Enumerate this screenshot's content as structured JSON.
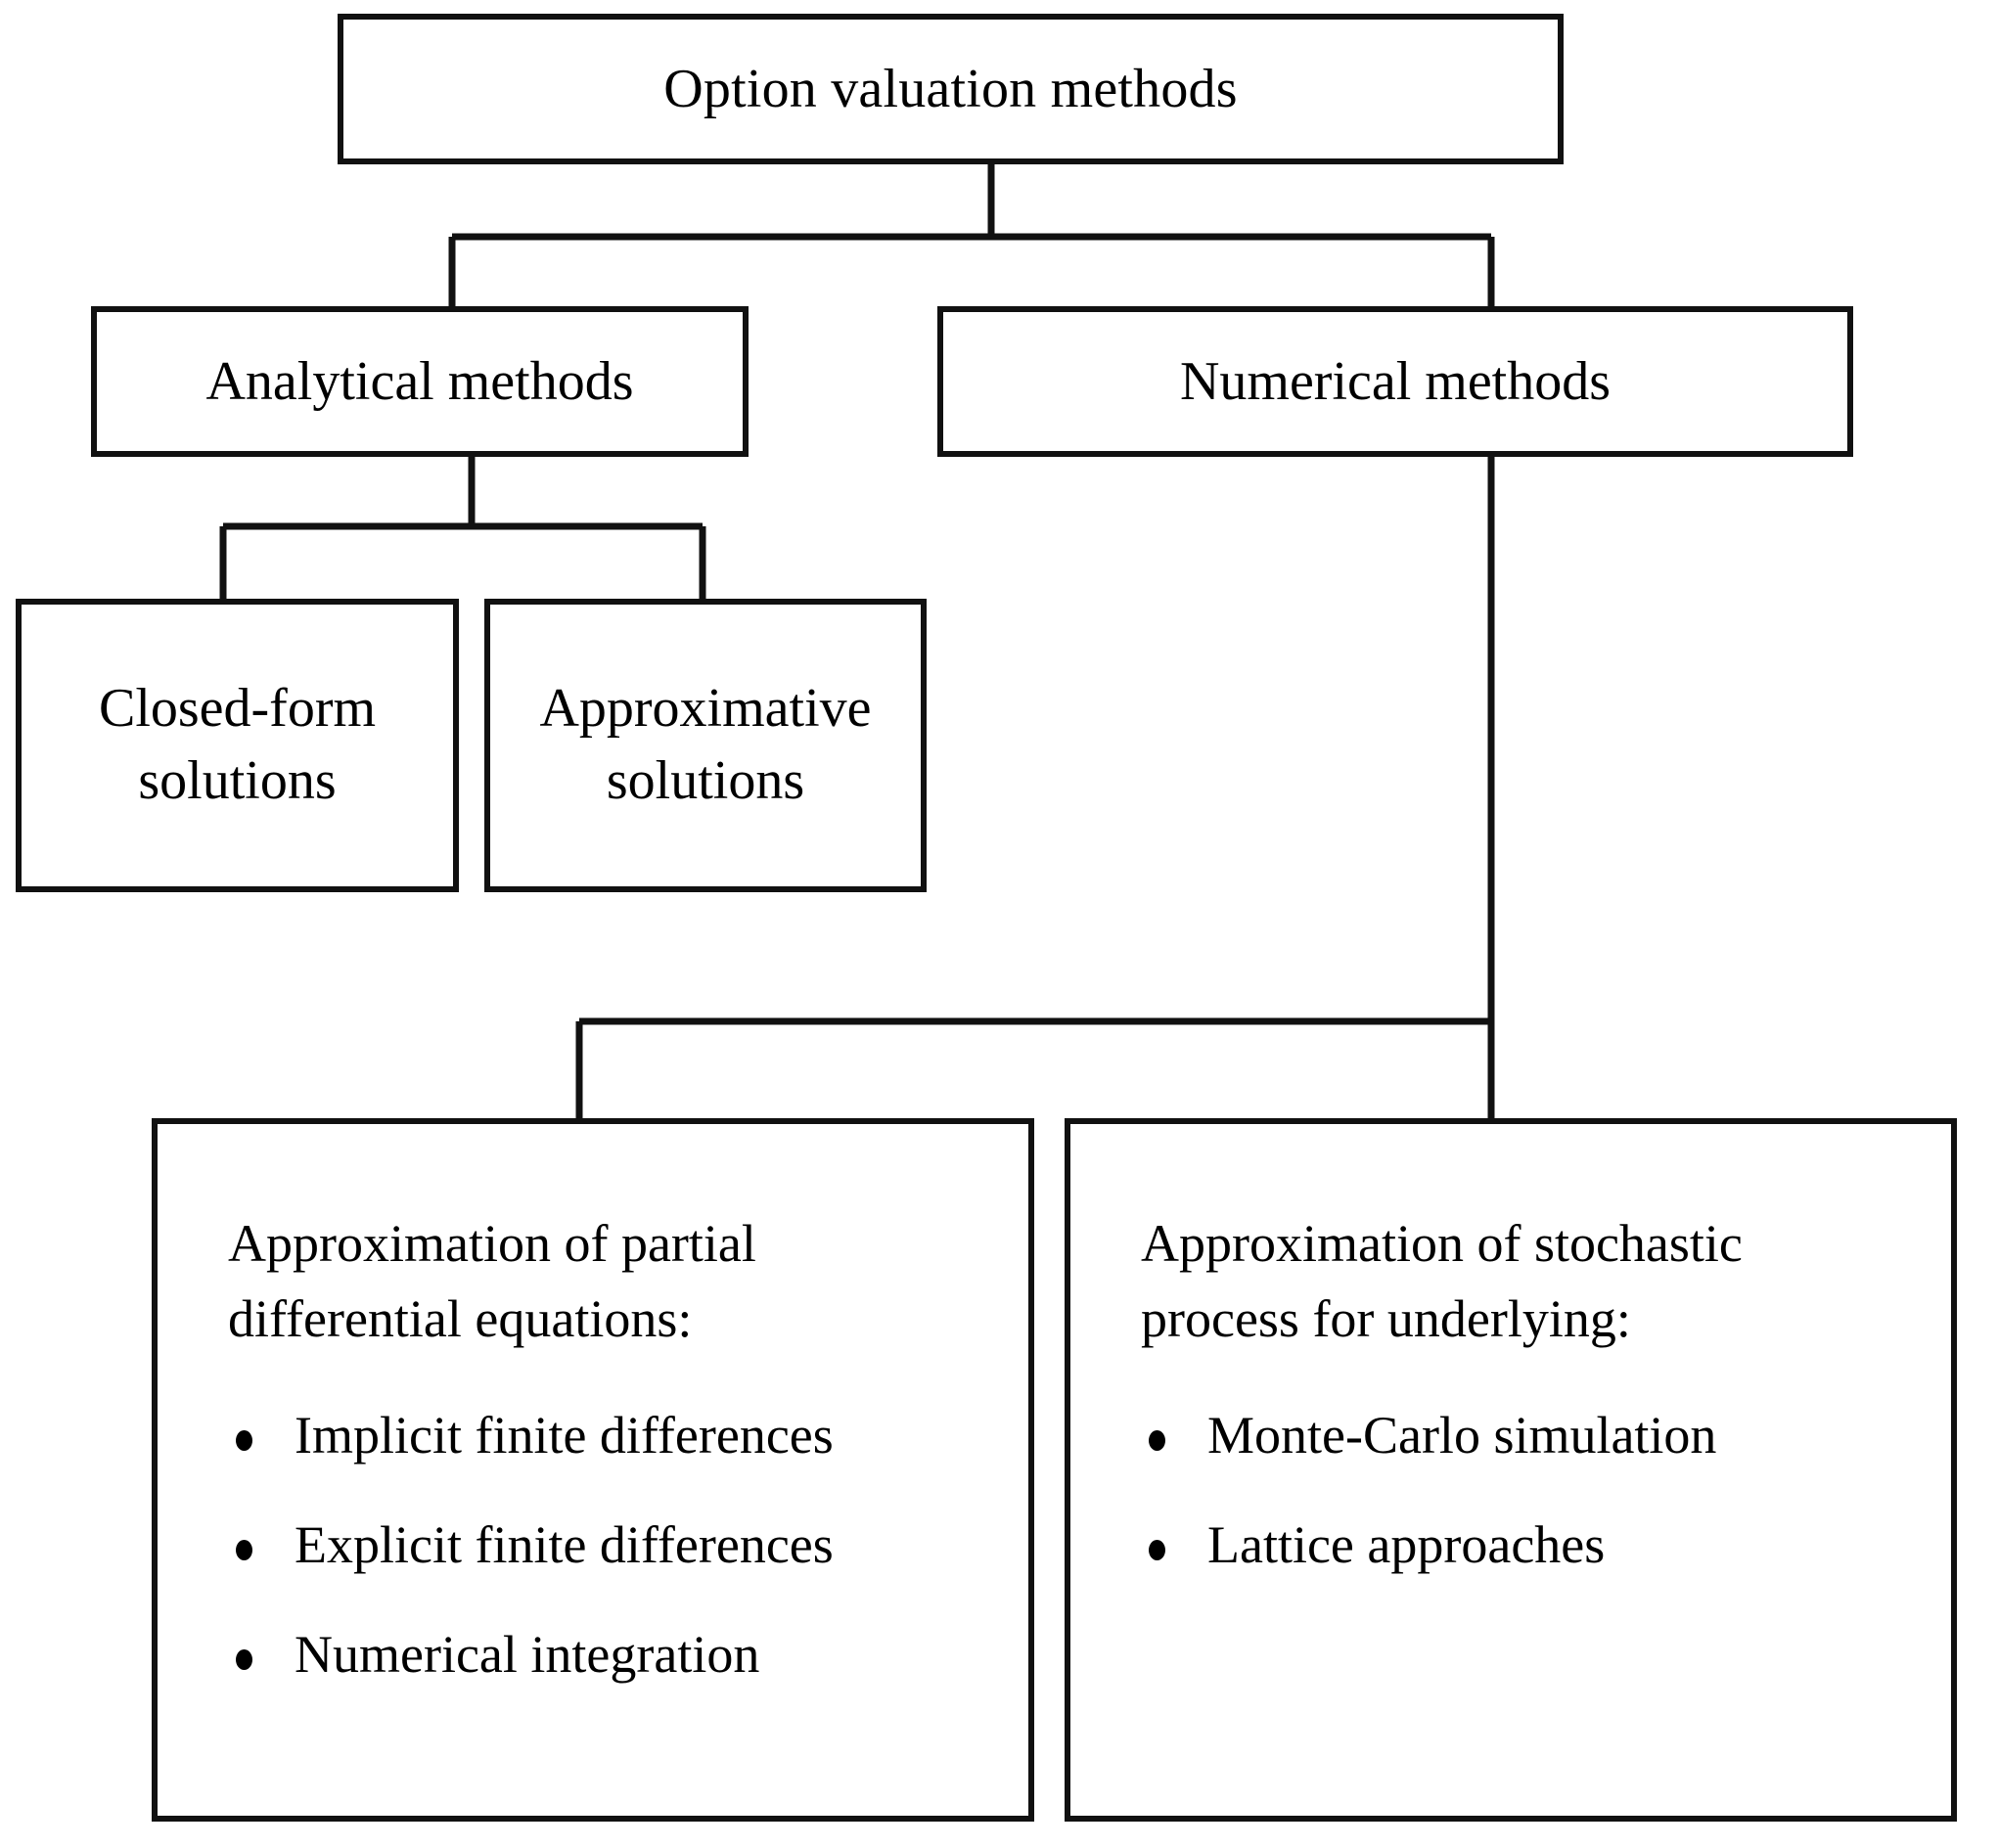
{
  "diagram": {
    "title": "Option valuation methods",
    "type": "hierarchy-tree",
    "nodes": {
      "root": {
        "label": "Option valuation methods"
      },
      "analytical": {
        "label": "Analytical methods"
      },
      "numerical": {
        "label": "Numerical methods"
      },
      "closed_form": {
        "label": "Closed-form\nsolutions"
      },
      "approximative": {
        "label": "Approximative\nsolutions"
      },
      "pde": {
        "heading": "Approximation of partial\ndifferential equations:",
        "items": [
          "Implicit finite differences",
          "Explicit finite differences",
          "Numerical integration"
        ]
      },
      "stochastic": {
        "heading": "Approximation of stochastic\nprocess for underlying:",
        "items": [
          "Monte-Carlo simulation",
          "Lattice approaches"
        ]
      }
    },
    "edges": [
      {
        "from": "root",
        "to": "analytical"
      },
      {
        "from": "root",
        "to": "numerical"
      },
      {
        "from": "analytical",
        "to": "closed_form"
      },
      {
        "from": "analytical",
        "to": "approximative"
      },
      {
        "from": "numerical",
        "to": "pde"
      },
      {
        "from": "numerical",
        "to": "stochastic"
      }
    ],
    "colors": {
      "stroke": "#111111",
      "background": "#ffffff",
      "text": "#000000"
    }
  }
}
